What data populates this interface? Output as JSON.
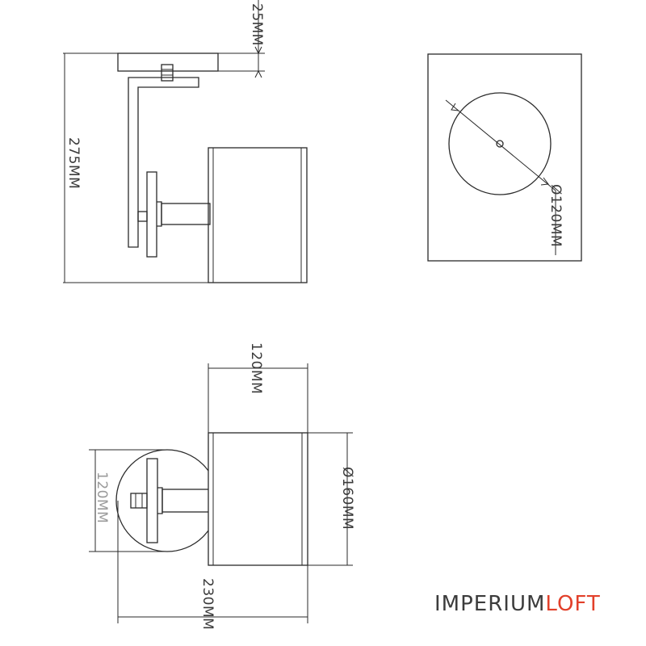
{
  "dimensions": {
    "top_plate_height": "25MM",
    "total_height": "275MM",
    "front_diameter": "Ø120MM",
    "body_length": "120MM",
    "base_diameter": "120MM",
    "body_diameter": "Ø160MM",
    "total_length": "230MM"
  },
  "brand": {
    "part1": "IMPERIUM",
    "part2": "LOFT",
    "part1_color": "#3c3c3c",
    "part2_color": "#e2402a"
  }
}
